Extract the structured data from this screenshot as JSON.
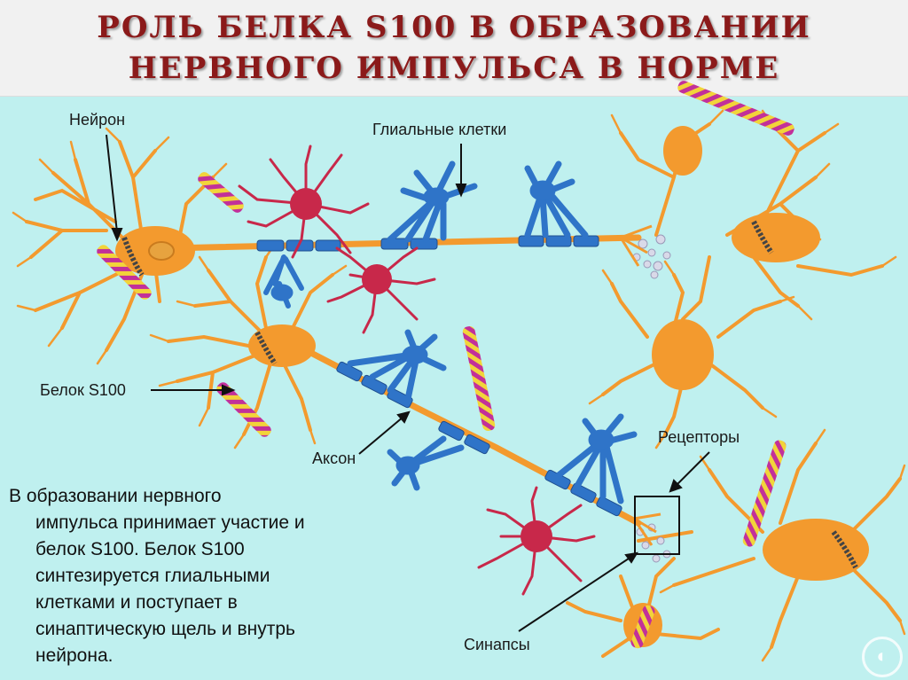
{
  "title": {
    "line1": "РОЛЬ БЕЛКА S100 В ОБРАЗОВАНИИ",
    "line2": "НЕРВНОГО ИМПУЛЬСА В НОРМЕ"
  },
  "labels": {
    "neuron": "Нейрон",
    "glial": "Глиальные клетки",
    "protein": "Белок S100",
    "axon": "Аксон",
    "receptors": "Рецепторы",
    "synapses": "Синапсы"
  },
  "description": [
    "В образовании нервного",
    "импульса принимает участие и",
    "белок S100. Белок S100",
    "синтезируется глиальными",
    "клетками и поступает в",
    "синаптическую щель и внутрь",
    "нейрона."
  ],
  "colors": {
    "neuron": "#f39a2e",
    "glia_blue": "#2f74c8",
    "glia_red": "#c8284a",
    "helix_a": "#c2309a",
    "helix_b": "#f2d43a",
    "background": "#bff0ef"
  }
}
